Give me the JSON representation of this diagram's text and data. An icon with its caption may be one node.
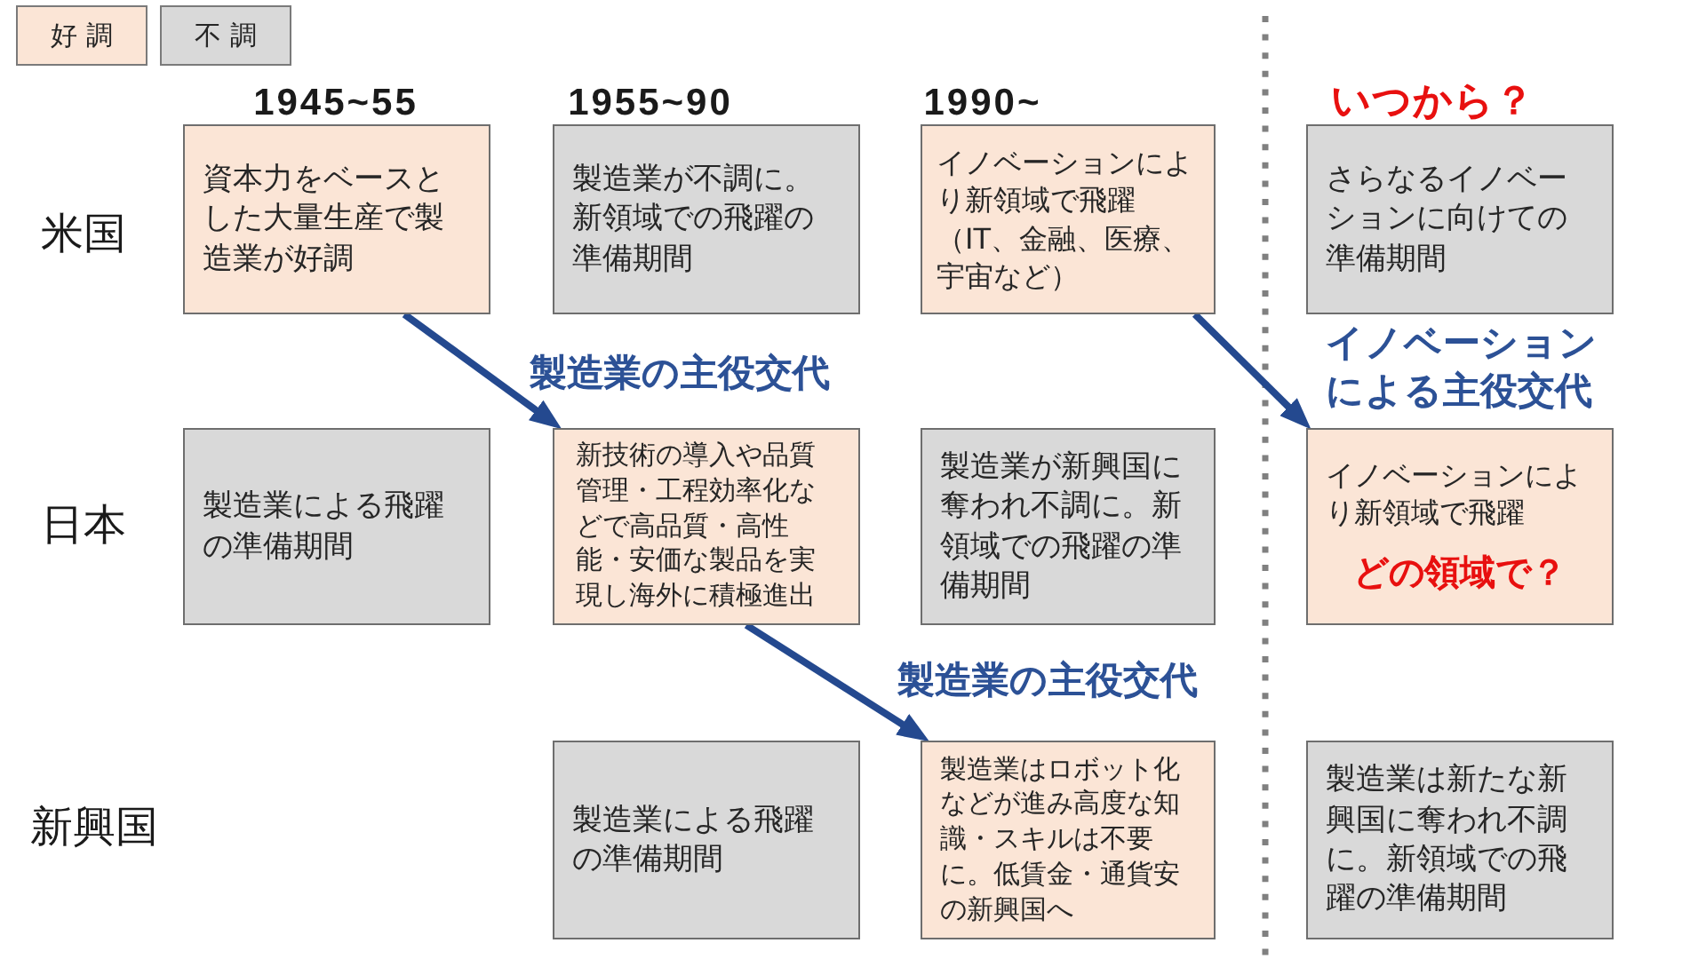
{
  "diagram": {
    "nodes": [
      {
        "text": [
          "資本力をベースとした大量生産で製造業が好調"
        ]
      },
      {
        "text": [
          "製造業が不調に。新領域での飛躍の準備期間"
        ]
      },
      {
        "text": [
          "イノベーションにより新領域で飛躍（IT、金融、医療、宇宙など）"
        ]
      },
      {
        "text": [
          "さらなるイノベーションに向けての準備期間"
        ]
      },
      {
        "text": [
          "製造業による飛躍の準備期間"
        ]
      },
      {
        "text": [
          "新技術の導入や品質管理・工程効率化などで高品質・高性能・安価な製品を実現し海外に積極進出"
        ]
      },
      {
        "text": [
          "製造業が新興国に奪われ不調に。新領域での飛躍の準備期間"
        ]
      },
      {
        "text": [
          "イノベーションにより新領域で飛躍",
          "どの領域で？"
        ]
      },
      {
        "text": [
          "製造業による飛躍の準備期間"
        ]
      },
      {
        "text": [
          "製造業はロボット化などが進み高度な知識・スキルは不要に。低賃金・通貨安の新興国へ"
        ]
      },
      {
        "text": [
          "製造業は新たな新興国に奪われ不調に。新領域での飛躍の準備期間"
        ]
      }
    ],
    "edges": [
      {
        "from": 0,
        "to": 5,
        "arrow": "to",
        "label": "製造業の主役交代"
      },
      {
        "from": 2,
        "to": 7,
        "arrow": "to",
        "label": "イノベーションによる主役交代"
      },
      {
        "from": 5,
        "to": 9,
        "arrow": "to",
        "label": "製造業の主役交代"
      }
    ],
    "labels": [
      "1945~55",
      "1955~90",
      "1990~",
      "いつから？",
      "米国",
      "日本",
      "新興国"
    ],
    "legend": [
      {
        "text": "好 調",
        "color": "#fbe5d6"
      },
      {
        "text": "不 調",
        "color": "#d9d9d9"
      }
    ]
  }
}
